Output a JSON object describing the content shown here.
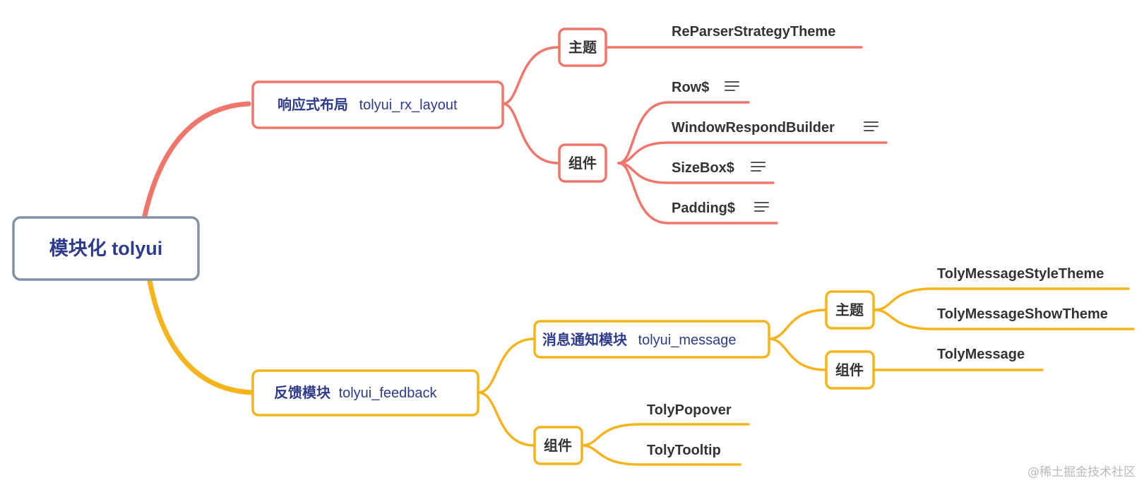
{
  "colors": {
    "red": "#F0766B",
    "orange": "#F5B31C",
    "root_border": "#8390A5",
    "root_text": "#2E3B8C",
    "l1_text": "#2E3B8C",
    "text": "#333333"
  },
  "root": {
    "label": "模块化 tolyui"
  },
  "branch_layout": {
    "cn": "响应式布局",
    "en": "tolyui_rx_layout",
    "theme": {
      "label": "主题",
      "leaf": "ReParserStrategyTheme"
    },
    "components": {
      "label": "组件",
      "leaves": [
        "Row$",
        "WindowRespondBuilder",
        "SizeBox$",
        "Padding$"
      ],
      "note_icon": "notes-icon"
    }
  },
  "branch_feedback": {
    "cn": "反馈模块",
    "en": "tolyui_feedback",
    "message": {
      "cn": "消息通知模块",
      "en": "tolyui_message",
      "theme": {
        "label": "主题",
        "leaves": [
          "TolyMessageStyleTheme",
          "TolyMessageShowTheme"
        ]
      },
      "components": {
        "label": "组件",
        "leaves": [
          "TolyMessage"
        ]
      }
    },
    "components": {
      "label": "组件",
      "leaves": [
        "TolyPopover",
        "TolyTooltip"
      ]
    }
  },
  "watermark": "@稀土掘金技术社区"
}
